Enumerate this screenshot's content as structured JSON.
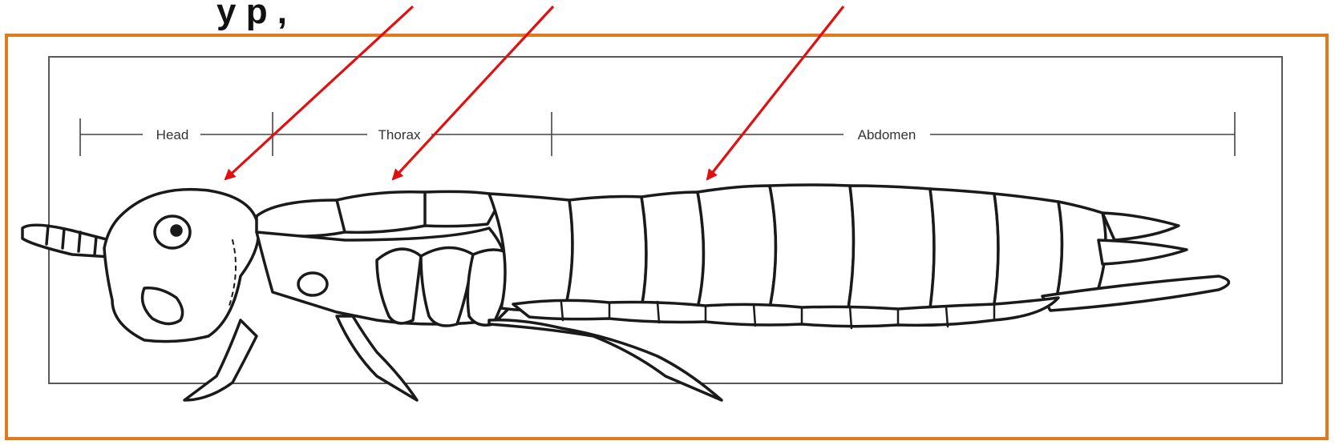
{
  "header": {
    "title_fragment": "y p                         ,"
  },
  "diagram": {
    "segment_labels": [
      "Head",
      "Thorax",
      "Abdomen"
    ],
    "colors": {
      "frame": "#e07a1f",
      "arrow": "#e01010",
      "outline": "#1a1a1a"
    },
    "arrows": [
      {
        "target": "Head"
      },
      {
        "target": "Thorax"
      },
      {
        "target": "Abdomen"
      }
    ]
  }
}
